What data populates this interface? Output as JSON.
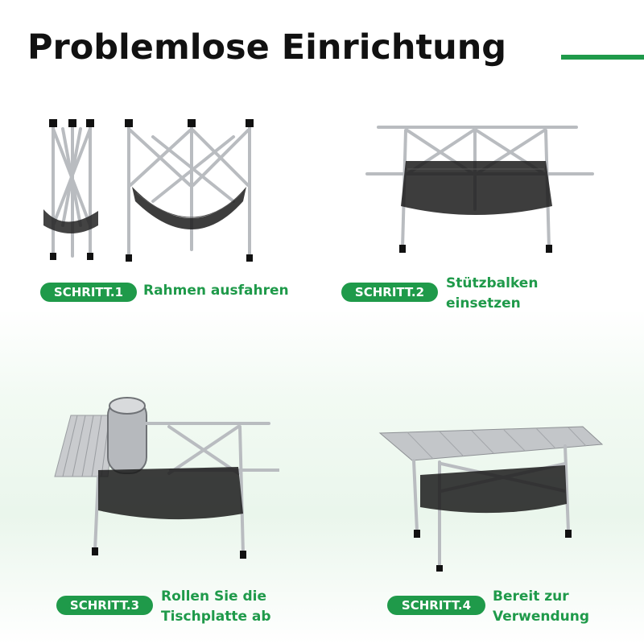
{
  "header": {
    "title": "Problemlose Einrichtung"
  },
  "colors": {
    "accent": "#1f9a4a",
    "frame": "#b9bcc0",
    "net": "#1b1b1b"
  },
  "steps": [
    {
      "badge": "SCHRITT.1",
      "caption_lines": [
        "Rahmen ausfahren"
      ]
    },
    {
      "badge": "SCHRITT.2",
      "caption_lines": [
        "Stützbalken",
        "einsetzen"
      ]
    },
    {
      "badge": "SCHRITT.3",
      "caption_lines": [
        "Rollen Sie die",
        "Tischplatte ab"
      ]
    },
    {
      "badge": "SCHRITT.4",
      "caption_lines": [
        "Bereit zur",
        "Verwendung"
      ]
    }
  ]
}
